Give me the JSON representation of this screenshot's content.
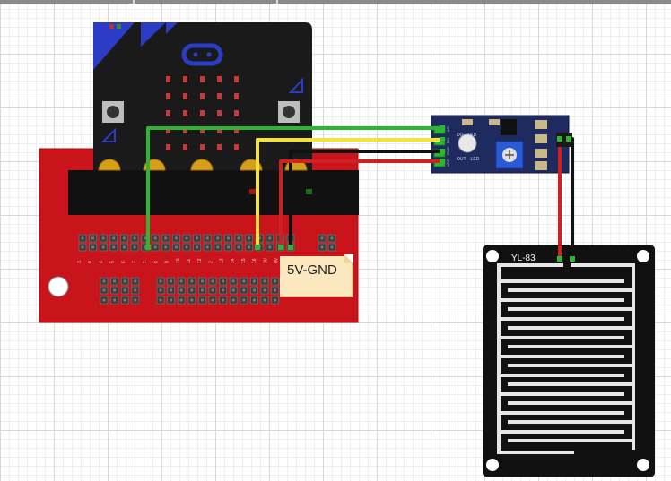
{
  "diagram": {
    "note_text": "5V-GND",
    "rain_sensor_label": "YL-83",
    "module_text_top": "DO—LED",
    "module_text_bottom": "OUT—LED",
    "module_pin_labels": [
      "VCC",
      "GND",
      "DO",
      "AO"
    ],
    "breakout_pin_labels": [
      "3",
      "0",
      "4",
      "5",
      "6",
      "7",
      "1",
      "8",
      "9",
      "10",
      "11",
      "12",
      "2",
      "13",
      "14",
      "15",
      "16",
      "3V",
      "0V",
      "0V"
    ],
    "colors": {
      "board_red": "#c8141a",
      "microbit_black": "#1a1a1a",
      "module_blue": "#1f2b5e",
      "wire_green": "#2db533",
      "wire_yellow": "#f5e33b",
      "wire_black": "#111111",
      "wire_red": "#d21f1f",
      "led_red": "#c23b3b",
      "accent_blue": "#2b3dc4"
    },
    "icons": [
      "microbit-logo-icon",
      "button-a-icon",
      "button-b-icon",
      "potentiometer-icon"
    ]
  }
}
